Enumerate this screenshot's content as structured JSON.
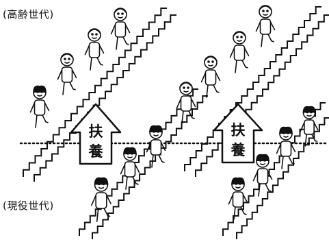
{
  "labels": {
    "elderly": "(高齢世代)",
    "working": "(現役世代)"
  },
  "arrows": [
    {
      "line1": "扶",
      "line2": "養"
    },
    {
      "line1": "扶",
      "line2": "養"
    }
  ],
  "colors": {
    "ink": "#111111",
    "background": "#ffffff"
  }
}
